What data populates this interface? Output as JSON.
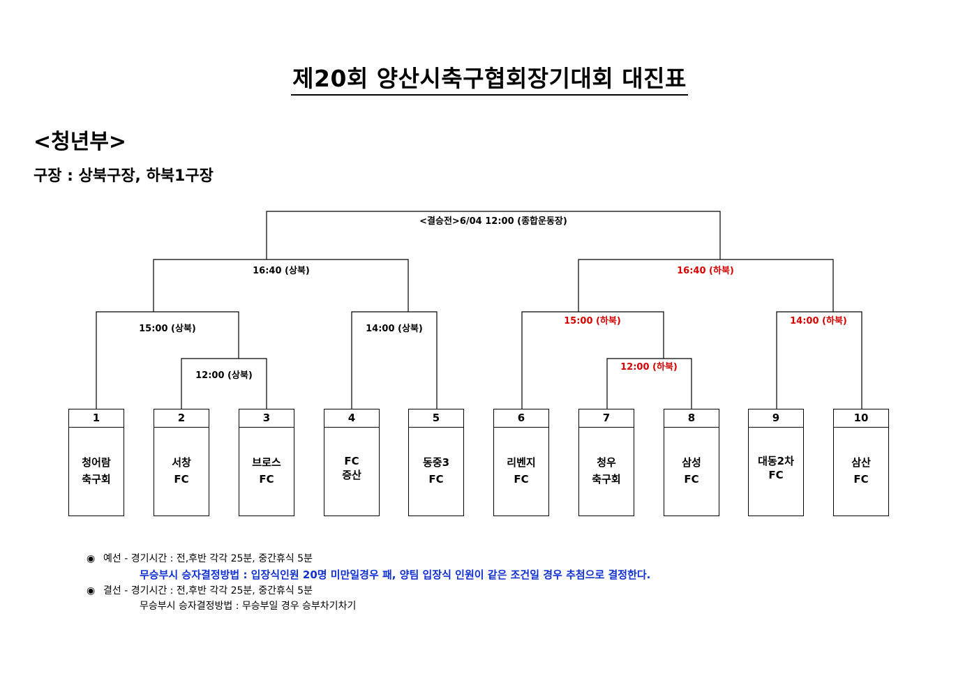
{
  "title": "제20회 양산시축구협회장기대회 대진표",
  "division": "<청년부>",
  "venue": "구장 : 상북구장, 하북1구장",
  "matches": {
    "final": "<결승전>6/04 12:00 (종합운동장)",
    "semi_left": "16:40 (상북)",
    "semi_right": "16:40 (하북)",
    "qf_1": "15:00 (상북)",
    "qf_2": "14:00 (상북)",
    "qf_3": "15:00 (하북)",
    "qf_4": "14:00 (하북)",
    "r1_left": "12:00 (상북)",
    "r1_right": "12:00 (하북)"
  },
  "colors": {
    "red": "#d50000",
    "blue": "#1030d0"
  },
  "teams": [
    {
      "num": "1",
      "line1": "청어람",
      "line2": "축구회"
    },
    {
      "num": "2",
      "line1": "서창",
      "line2": "FC"
    },
    {
      "num": "3",
      "line1": "브로스",
      "line2": "FC"
    },
    {
      "num": "4",
      "line1": "FC",
      "line2": "증산"
    },
    {
      "num": "5",
      "line1": "동중3",
      "line2": "FC"
    },
    {
      "num": "6",
      "line1": "리벤지",
      "line2": "FC"
    },
    {
      "num": "7",
      "line1": "청우",
      "line2": "축구회"
    },
    {
      "num": "8",
      "line1": "삼성",
      "line2": "FC"
    },
    {
      "num": "9",
      "line1": "대동2차",
      "line2": "FC"
    },
    {
      "num": "10",
      "line1": "삼산",
      "line2": "FC"
    }
  ],
  "notes": {
    "bullet": "◉",
    "prelim": "예선 - 경기시간 : 전,후반 각각 25분, 중간휴식 5분",
    "prelim_tiebreak": "무승부시 승자결정방법 : 입장식인원 20명 미만일경우 패, 양팀 입장식 인원이 같은 조건일 경우 추첨으로 결정한다.",
    "final": "결선 - 경기시간 : 전,후반 각각 25분, 중간휴식 5분",
    "final_tiebreak": "무승부시 승자결정방법 : 무승부일 경우 승부차기차기"
  }
}
